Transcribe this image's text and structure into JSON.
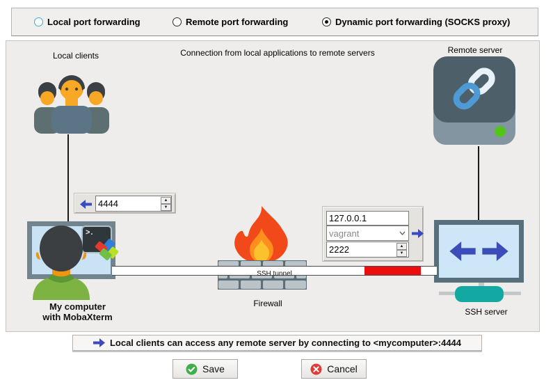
{
  "mode_bar": {
    "options": [
      {
        "label": "Local port forwarding",
        "selected": false
      },
      {
        "label": "Remote port forwarding",
        "selected": false
      },
      {
        "label": "Dynamic port forwarding (SOCKS proxy)",
        "selected": true
      }
    ]
  },
  "canvas": {
    "subtitle": "Connection from local applications to remote servers",
    "local_clients_label": "Local clients",
    "remote_server_label": "Remote server",
    "my_computer_line1": "My computer",
    "my_computer_line2": "with MobaXterm",
    "firewall_label": "Firewall",
    "ssh_tunnel_label": "SSH tunnel",
    "ssh_server_label": "SSH server",
    "terminal_prompt": ">."
  },
  "tunnel": {
    "local_port": "4444",
    "remote_host": "127.0.0.1",
    "username": "vagrant",
    "ssh_port": "2222"
  },
  "icons": {
    "spinner_up": "▲",
    "spinner_down": "▼"
  },
  "footer": {
    "info_text": "Local clients can access any remote server by connecting to <mycomputer>:4444",
    "save_label": "Save",
    "cancel_label": "Cancel"
  },
  "colors": {
    "accent": "#3b4bbf",
    "tunnel_red": "#ec0e0e",
    "save_green": "#3fae49",
    "cancel_red": "#e23b35",
    "led_green": "#52c41a",
    "flame_red": "#f2491b",
    "flame_orange": "#fe8f1e",
    "flame_yellow": "#fcc22d",
    "teal_hub": "#14a8a3"
  }
}
